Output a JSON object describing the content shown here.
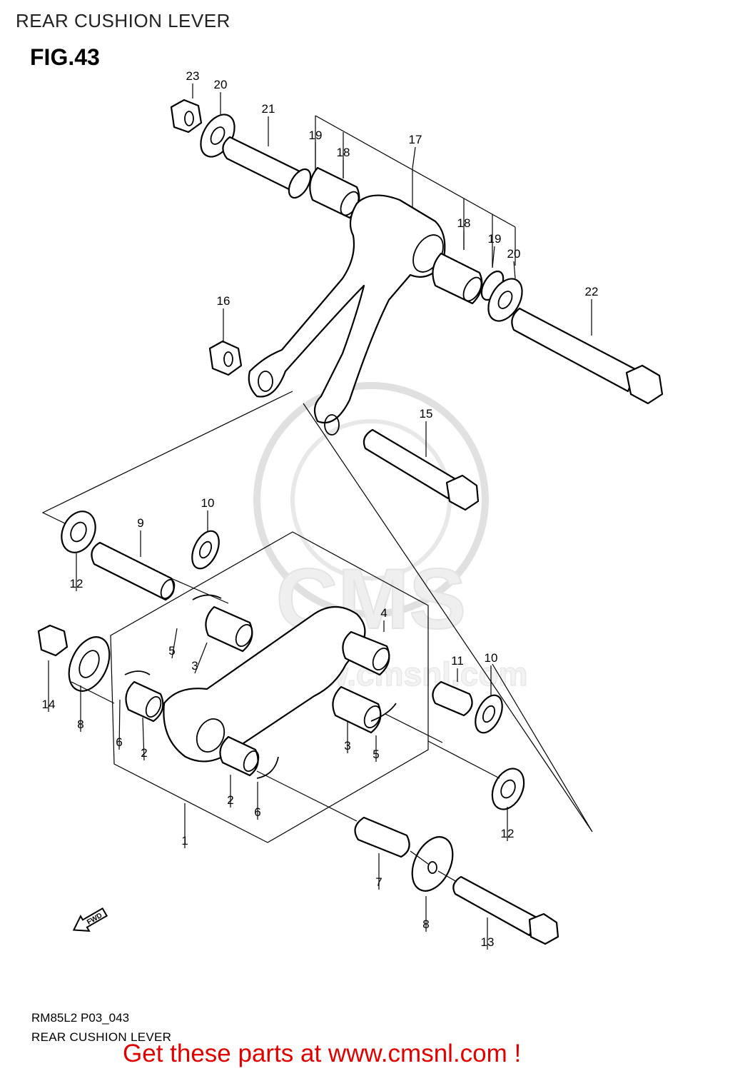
{
  "header": {
    "title": "REAR CUSHION LEVER"
  },
  "figure": {
    "label": "FIG.43"
  },
  "callouts": [
    {
      "num": "23"
    },
    {
      "num": "20"
    },
    {
      "num": "21"
    },
    {
      "num": "19"
    },
    {
      "num": "18"
    },
    {
      "num": "17"
    },
    {
      "num": "18"
    },
    {
      "num": "19"
    },
    {
      "num": "20"
    },
    {
      "num": "22"
    },
    {
      "num": "16"
    },
    {
      "num": "15"
    },
    {
      "num": "10"
    },
    {
      "num": "9"
    },
    {
      "num": "12"
    },
    {
      "num": "4"
    },
    {
      "num": "5"
    },
    {
      "num": "3"
    },
    {
      "num": "14"
    },
    {
      "num": "8"
    },
    {
      "num": "11"
    },
    {
      "num": "10"
    },
    {
      "num": "6"
    },
    {
      "num": "2"
    },
    {
      "num": "3"
    },
    {
      "num": "5"
    },
    {
      "num": "2"
    },
    {
      "num": "6"
    },
    {
      "num": "1"
    },
    {
      "num": "12"
    },
    {
      "num": "7"
    },
    {
      "num": "8"
    },
    {
      "num": "13"
    }
  ],
  "watermark": {
    "brand": "CMS",
    "url": "www.cmsnl.com"
  },
  "fwd_arrow": {
    "label": "FWD",
    "icon": "fwd-arrow-icon"
  },
  "footer": {
    "code": "RM85L2 P03_043",
    "title": "REAR CUSHION LEVER",
    "cta": "Get these parts at www.cmsnl.com !",
    "cta_color": "#e00000"
  }
}
